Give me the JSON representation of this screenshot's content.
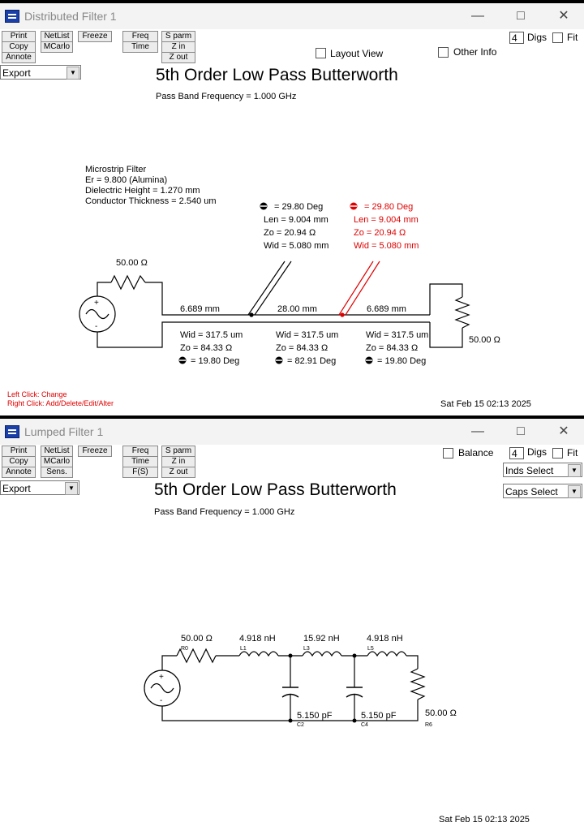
{
  "distributed": {
    "window_title": "Distributed Filter 1",
    "buttons": {
      "print": "Print",
      "copy": "Copy",
      "annote": "Annote",
      "netlist": "NetList",
      "mcarlo": "MCarlo",
      "freeze": "Freeze",
      "freq": "Freq",
      "time": "Time",
      "sparm": "S parm",
      "zin": "Z in",
      "zout": "Z out"
    },
    "digs_value": "4",
    "digs_label": "Digs",
    "fit_label": "Fit",
    "layout_view_label": "Layout View",
    "other_info_label": "Other Info",
    "export_value": "Export",
    "heading": "5th Order Low Pass Butterworth",
    "passband": "Pass Band Frequency = 1.000 GHz",
    "substrate": [
      "Microstrip Filter",
      "Er = 9.800 (Alumina)",
      "Dielectric Height = 1.270 mm",
      "Conductor Thickness = 2.540 um"
    ],
    "stub_left": {
      "theta": "= 29.80 Deg",
      "len": "Len = 9.004 mm",
      "zo": "Zo = 20.94 Ω",
      "wid": "Wid = 5.080 mm"
    },
    "stub_right": {
      "theta": "= 29.80 Deg",
      "len": "Len = 9.004 mm",
      "zo": "Zo = 20.94 Ω",
      "wid": "Wid = 5.080 mm"
    },
    "source_r": "50.00 Ω",
    "load_r": "50.00 Ω",
    "lines": [
      {
        "len": "6.689 mm",
        "wid": "Wid = 317.5 um",
        "zo": "Zo = 84.33 Ω",
        "theta": "= 19.80 Deg"
      },
      {
        "len": "28.00 mm",
        "wid": "Wid = 317.5 um",
        "zo": "Zo = 84.33 Ω",
        "theta": "= 82.91 Deg"
      },
      {
        "len": "6.689 mm",
        "wid": "Wid = 317.5 um",
        "zo": "Zo = 84.33 Ω",
        "theta": "= 19.80 Deg"
      }
    ],
    "hint_left": "Left Click: Change",
    "hint_right": "Right Click: Add/Delete/Edit/Alter",
    "date": "Sat Feb 15 02:13 2025",
    "accent_color": "#e00000"
  },
  "lumped": {
    "window_title": "Lumped Filter 1",
    "buttons": {
      "print": "Print",
      "copy": "Copy",
      "annote": "Annote",
      "netlist": "NetList",
      "mcarlo": "MCarlo",
      "sens": "Sens.",
      "freeze": "Freeze",
      "freq": "Freq",
      "time": "Time",
      "fs": "F(S)",
      "sparm": "S parm",
      "zin": "Z in",
      "zout": "Z out"
    },
    "balance_label": "Balance",
    "digs_value": "4",
    "digs_label": "Digs",
    "fit_label": "Fit",
    "inds_select": "Inds Select",
    "caps_select": "Caps Select",
    "export_value": "Export",
    "heading": "5th Order Low Pass Butterworth",
    "passband": "Pass Band Frequency = 1.000 GHz",
    "r0": {
      "value": "50.00 Ω",
      "ref": "R0"
    },
    "l1": {
      "value": "4.918 nH",
      "ref": "L1"
    },
    "l3": {
      "value": "15.92 nH",
      "ref": "L3"
    },
    "l5": {
      "value": "4.918 nH",
      "ref": "L5"
    },
    "c2": {
      "value": "5.150 pF",
      "ref": "C2"
    },
    "c4": {
      "value": "5.150 pF",
      "ref": "C4"
    },
    "r6": {
      "value": "50.00 Ω",
      "ref": "R6"
    },
    "date": "Sat Feb 15 02:13 2025"
  }
}
